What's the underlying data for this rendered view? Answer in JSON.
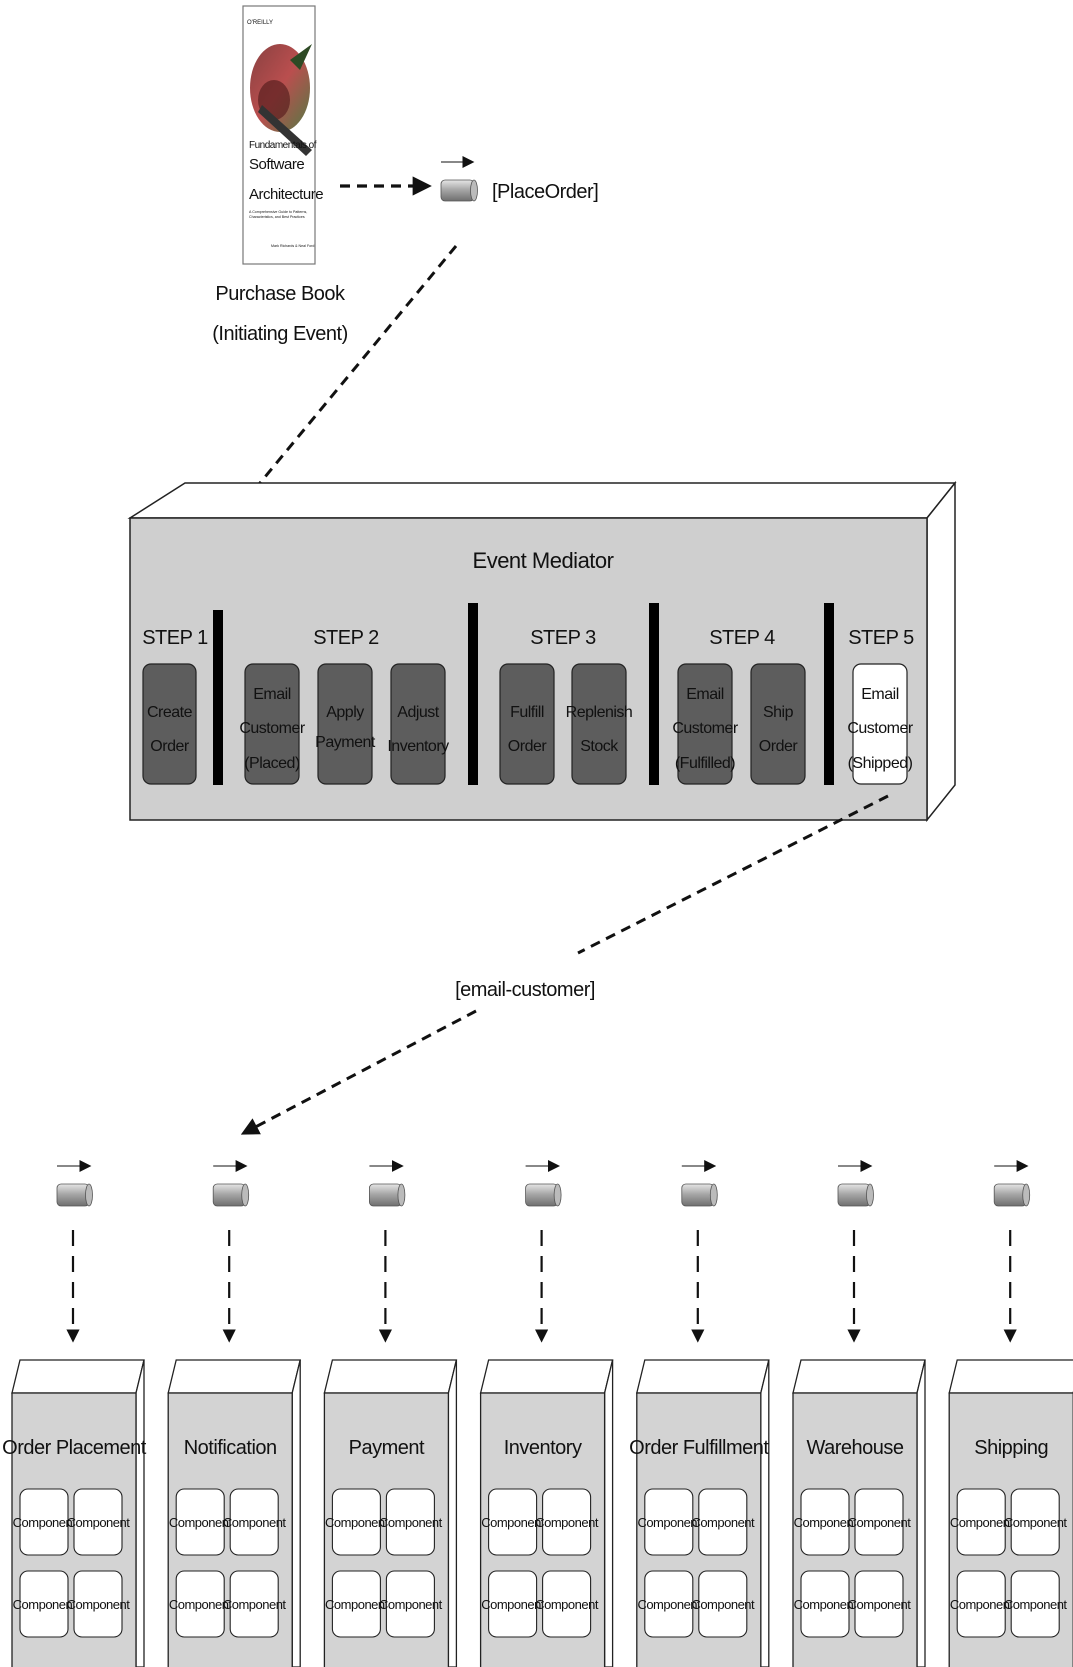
{
  "book": {
    "publisher": "O'REILLY",
    "title_lines": [
      "Fundamentals of",
      "Software",
      "Architecture"
    ],
    "subtitle_lines": [
      "A Comprehensive Guide to Patterns,",
      "Characteristics, and Best Practices"
    ],
    "authors": "Mark Richards & Neal Ford"
  },
  "initiating_event": {
    "line1": "Purchase Book",
    "line2": "(Initiating Event)"
  },
  "place_order_queue": {
    "label": "[PlaceOrder]"
  },
  "mediator": {
    "title": "Event Mediator",
    "steps": [
      {
        "label": "STEP 1",
        "tasks": [
          {
            "lines": [
              "Create",
              "Order"
            ],
            "highlight": false
          }
        ]
      },
      {
        "label": "STEP 2",
        "tasks": [
          {
            "lines": [
              "Email",
              "Customer",
              "(Placed)"
            ],
            "highlight": false
          },
          {
            "lines": [
              "Apply",
              "Payment"
            ],
            "highlight": false
          },
          {
            "lines": [
              "Adjust",
              "Inventory"
            ],
            "highlight": false
          }
        ]
      },
      {
        "label": "STEP 3",
        "tasks": [
          {
            "lines": [
              "Fulfill",
              "Order"
            ],
            "highlight": false
          },
          {
            "lines": [
              "Replenish",
              "Stock"
            ],
            "highlight": false
          }
        ]
      },
      {
        "label": "STEP 4",
        "tasks": [
          {
            "lines": [
              "Email",
              "Customer",
              "(Fulfilled)"
            ],
            "highlight": false
          },
          {
            "lines": [
              "Ship",
              "Order"
            ],
            "highlight": false
          }
        ]
      },
      {
        "label": "STEP 5",
        "tasks": [
          {
            "lines": [
              "Email",
              "Customer",
              "(Shipped)"
            ],
            "highlight": true
          }
        ]
      }
    ]
  },
  "email_queue": {
    "label": "[email-customer]"
  },
  "processors": [
    {
      "name": "Order Placement",
      "components": [
        "Component",
        "Component",
        "Component",
        "Component"
      ]
    },
    {
      "name": "Notification",
      "components": [
        "Component",
        "Component",
        "Component",
        "Component"
      ]
    },
    {
      "name": "Payment",
      "components": [
        "Component",
        "Component",
        "Component",
        "Component"
      ]
    },
    {
      "name": "Inventory",
      "components": [
        "Component",
        "Component",
        "Component",
        "Component"
      ]
    },
    {
      "name": "Order Fulfillment",
      "components": [
        "Component",
        "Component",
        "Component",
        "Component"
      ]
    },
    {
      "name": "Warehouse",
      "components": [
        "Component",
        "Component",
        "Component",
        "Component"
      ]
    },
    {
      "name": "Shipping",
      "components": [
        "Component",
        "Component",
        "Component",
        "Component"
      ]
    }
  ],
  "colors": {
    "mediator_fill": "#cfcfcf",
    "task_fill": "#5d5d5d",
    "task_highlight_fill": "#ffffff",
    "processor_fill": "#d3d3d3",
    "component_fill": "#ffffff",
    "line": "#111111"
  }
}
